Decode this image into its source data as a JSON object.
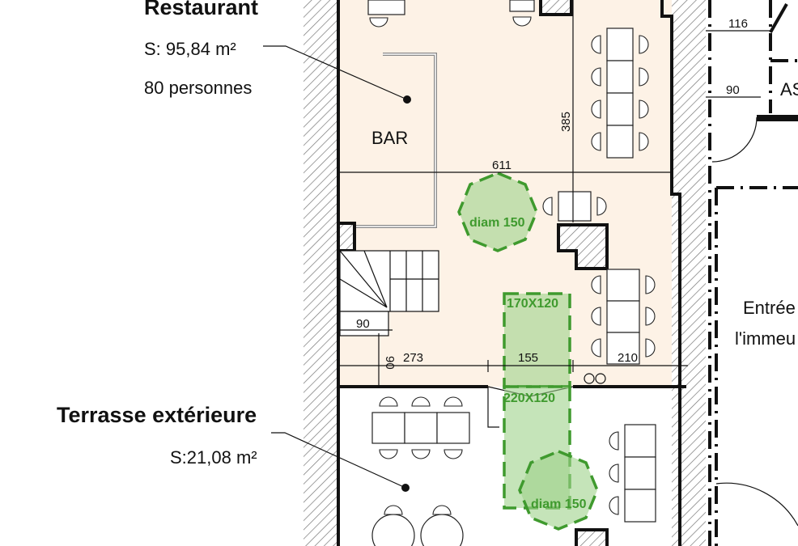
{
  "restaurant": {
    "title": "Restaurant",
    "surface": "S: 95,84 m²",
    "capacity": "80 personnes",
    "bar_label": "BAR"
  },
  "terrace": {
    "title": "Terrasse extérieure",
    "surface": "S:21,08 m²"
  },
  "entrance": {
    "line1": "Entrée",
    "line2": "l'immeu"
  },
  "room_right": {
    "label": "AS"
  },
  "dimensions": {
    "d611": "611",
    "d385": "385",
    "d273": "273",
    "d155": "155",
    "d210": "210",
    "d90_stair": "90",
    "d90_vert": "90",
    "d116": "116",
    "d90_right": "90"
  },
  "accessibility_zones": {
    "circle_top": "diam 150",
    "rect_top": "170X120",
    "rect_bottom": "220X120",
    "circle_bottom": "diam 150"
  },
  "colors": {
    "floor": "#fdf2e6",
    "zone_green": "#9fd28a",
    "zone_stroke": "#3f9a2e"
  }
}
